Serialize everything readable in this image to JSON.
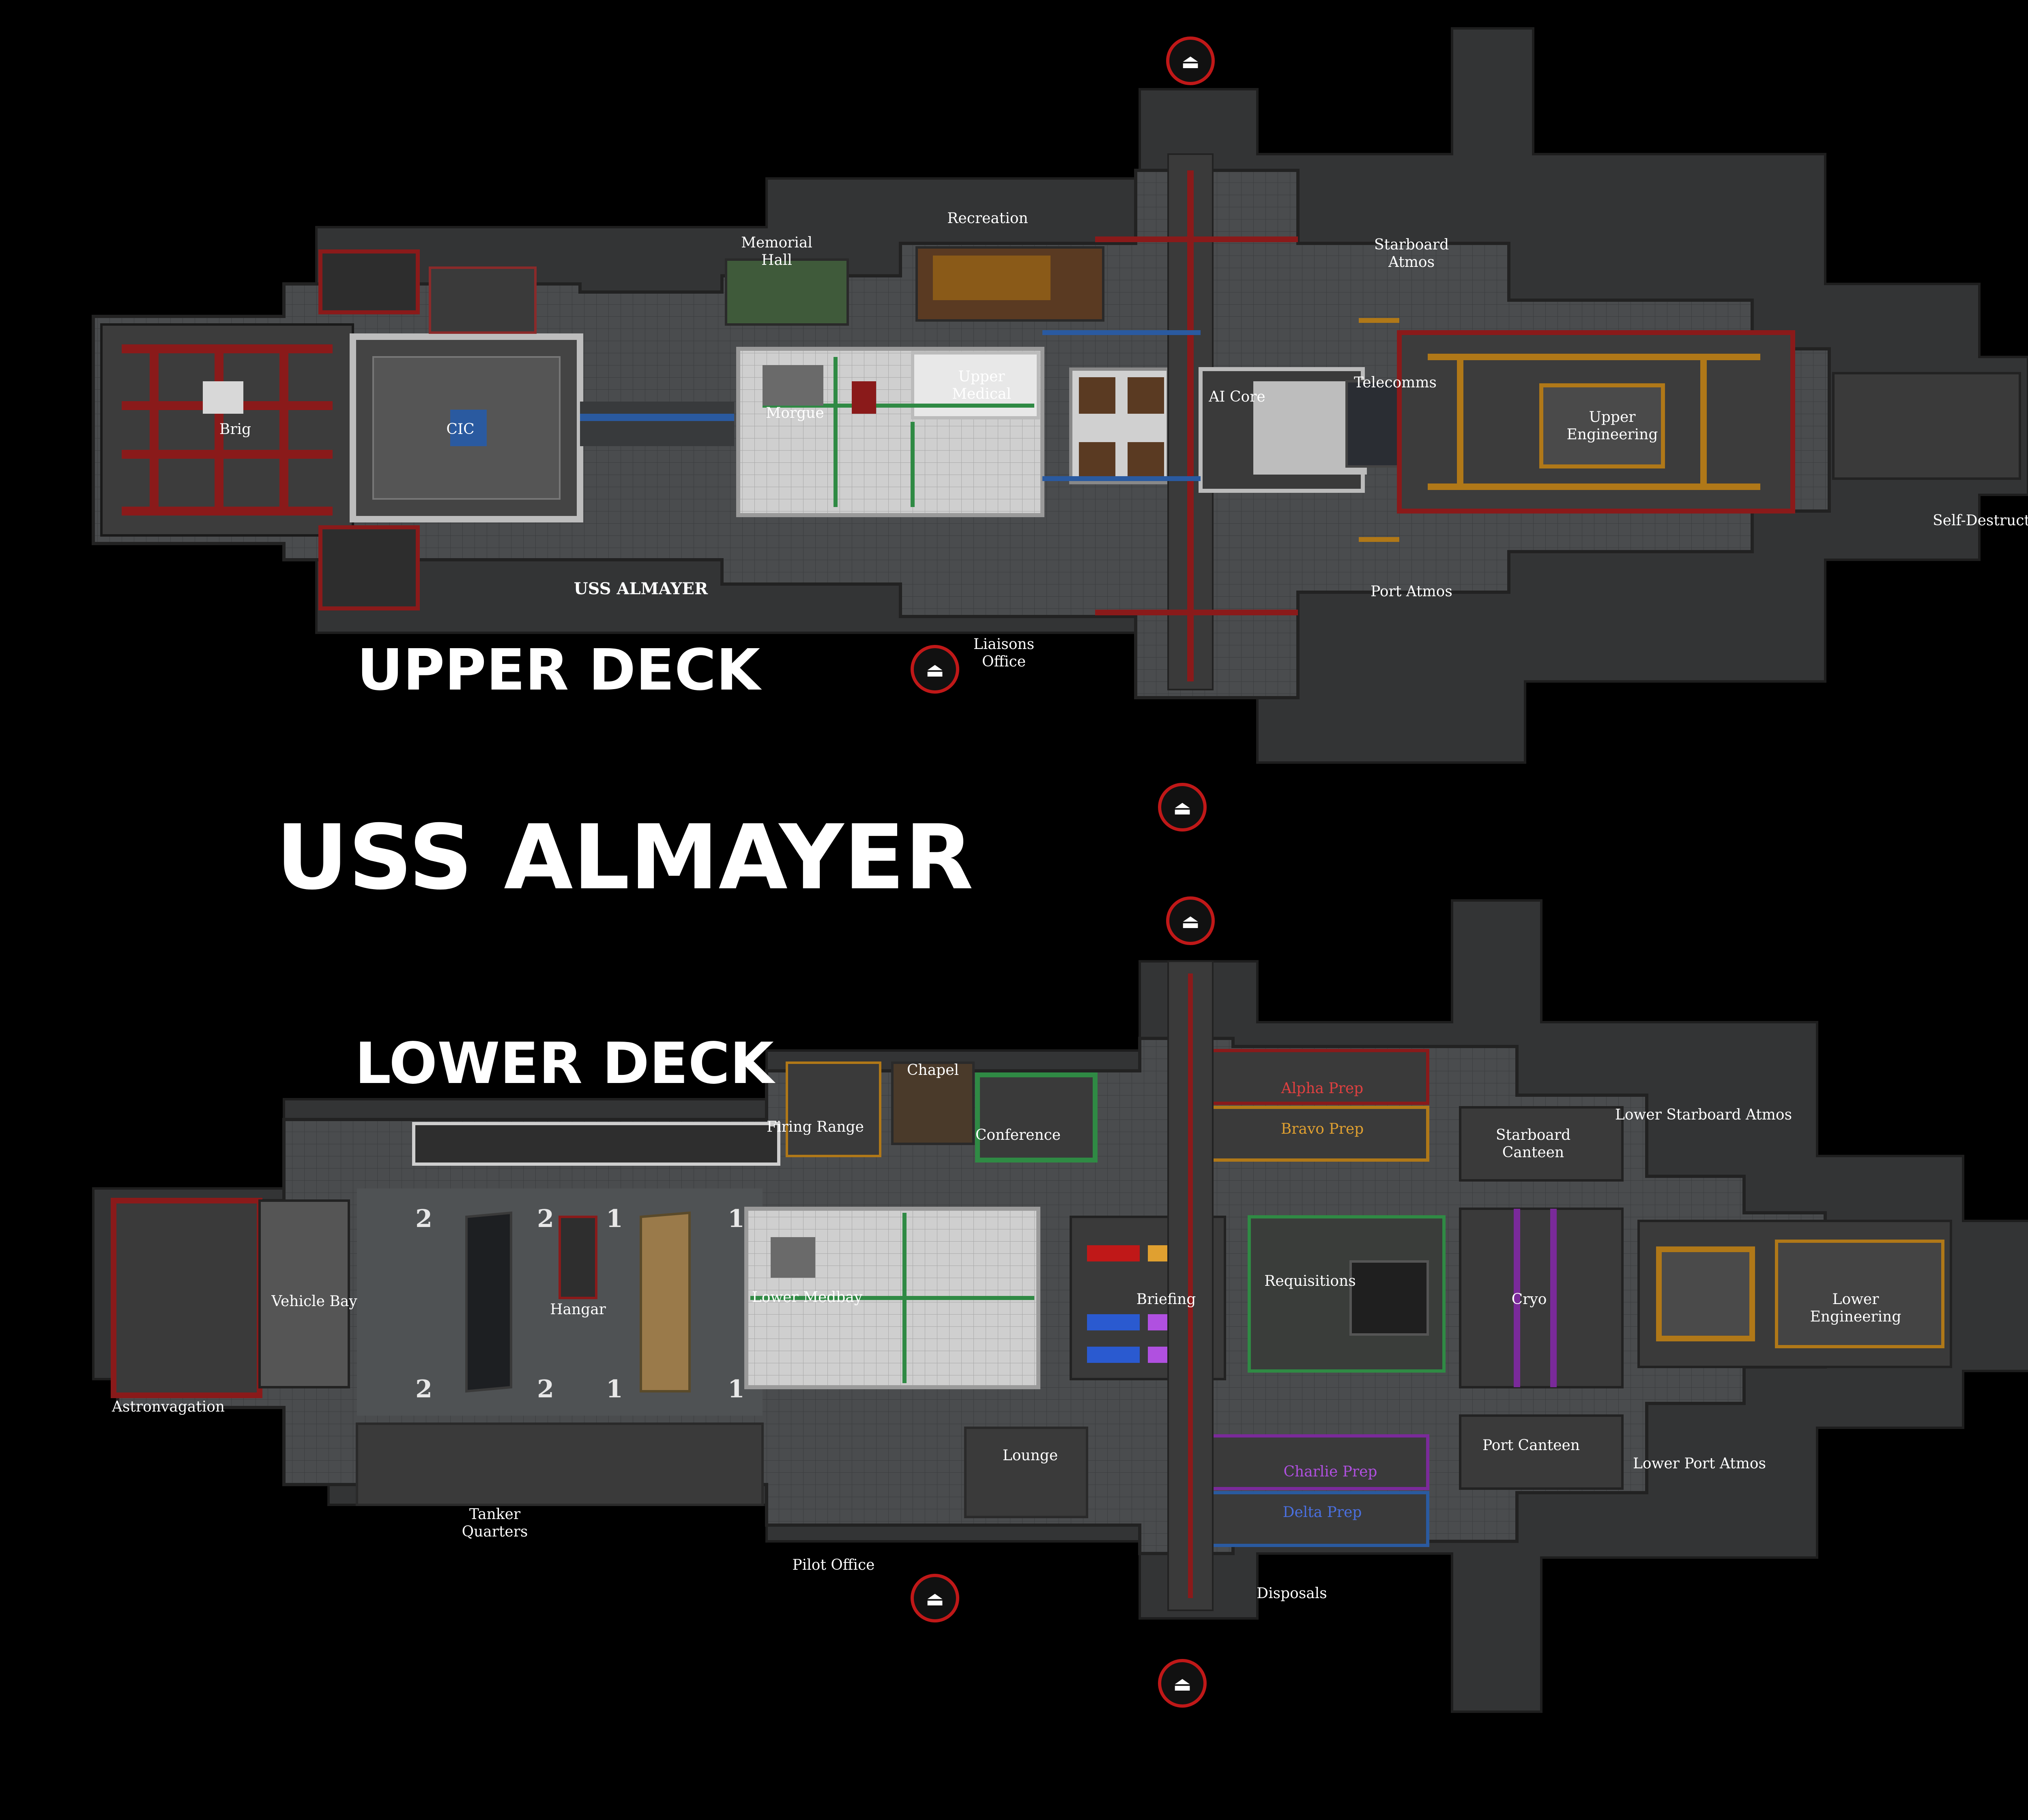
{
  "title": "USS ALMAYER",
  "upper_deck": {
    "heading": "UPPER DECK",
    "hull_name": "USS ALMAYER",
    "rooms": [
      {
        "name": "Brig"
      },
      {
        "name": "CIC"
      },
      {
        "name": "Memorial Hall"
      },
      {
        "name": "Recreation"
      },
      {
        "name": "Morgue"
      },
      {
        "name": "Upper Medical"
      },
      {
        "name": "AI Core"
      },
      {
        "name": "Telecomms"
      },
      {
        "name": "Starboard Atmos"
      },
      {
        "name": "Upper Engineering"
      },
      {
        "name": "Port Atmos"
      },
      {
        "name": "Liaisons Office"
      },
      {
        "name": "Self-Destruct"
      }
    ]
  },
  "lower_deck": {
    "heading": "LOWER DECK",
    "rooms": [
      {
        "name": "Astronvagation"
      },
      {
        "name": "Vehicle Bay"
      },
      {
        "name": "Hangar"
      },
      {
        "name": "Firing Range"
      },
      {
        "name": "Chapel"
      },
      {
        "name": "Conference"
      },
      {
        "name": "Lower Medbay"
      },
      {
        "name": "Alpha Prep",
        "color": "#e04040"
      },
      {
        "name": "Bravo Prep",
        "color": "#e0a030"
      },
      {
        "name": "Briefing"
      },
      {
        "name": "Requisitions"
      },
      {
        "name": "Cryo"
      },
      {
        "name": "Starboard Canteen"
      },
      {
        "name": "Lower Starboard Atmos"
      },
      {
        "name": "Lower Engineering"
      },
      {
        "name": "Port Canteen"
      },
      {
        "name": "Lower Port Atmos"
      },
      {
        "name": "Charlie Prep",
        "color": "#b050e0"
      },
      {
        "name": "Delta Prep",
        "color": "#4060e0"
      },
      {
        "name": "Lounge"
      },
      {
        "name": "Tanker Quarters"
      },
      {
        "name": "Pilot Office"
      },
      {
        "name": "Disposals"
      }
    ],
    "hangar_markers": [
      "2",
      "2",
      "1",
      "1",
      "2",
      "2",
      "1",
      "1"
    ]
  },
  "colors": {
    "background": "#000000",
    "hull": "#3a3a3a",
    "floor": "#5a5d60",
    "label": "#ffffff",
    "brig_red": "#8a1a1a",
    "medical_white": "#d8d8d8",
    "engineering_orange": "#b07818",
    "security_blue": "#2a5aa0",
    "medical_green": "#2f8a44",
    "cryo_purple": "#7a2a9a"
  },
  "icons": [
    "elevator-icon",
    "ladder-icon"
  ]
}
